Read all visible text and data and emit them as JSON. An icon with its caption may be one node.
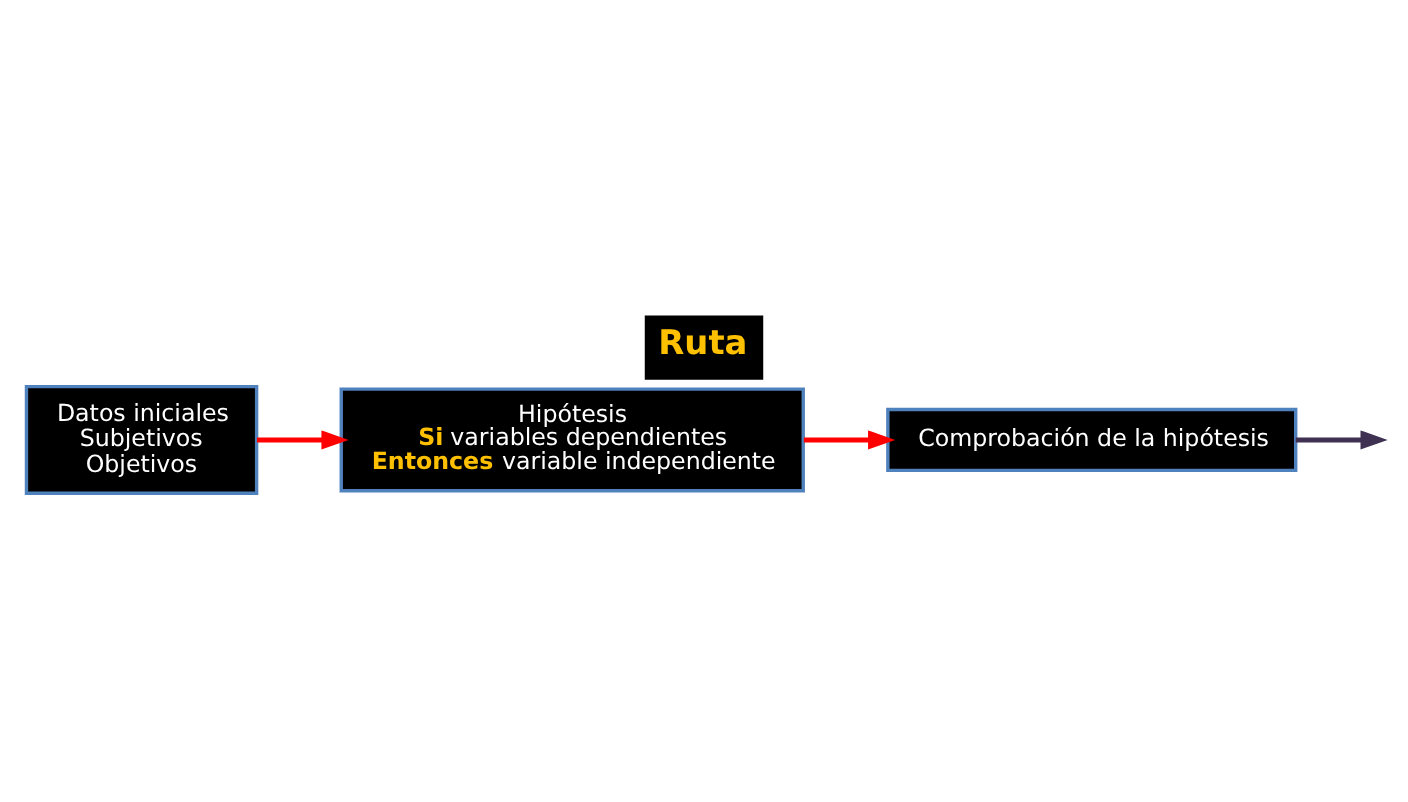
{
  "diagram": {
    "title": "Ruta",
    "nodes": [
      {
        "text": [
          "Datos iniciales",
          "Subjetivos",
          "Objetivos"
        ]
      },
      {
        "text": [
          "Hipótesis",
          "Si variables dependientes",
          "Entonces variable independiente"
        ]
      },
      {
        "text": [
          "Comprobación de la hipótesis"
        ]
      }
    ],
    "edges": [
      {
        "from": 0,
        "to": 1,
        "arrow": "to"
      },
      {
        "from": 1,
        "to": 2,
        "arrow": "to"
      },
      {
        "from": 2,
        "to": null,
        "arrow": "to",
        "color": "#3f3151"
      }
    ]
  }
}
